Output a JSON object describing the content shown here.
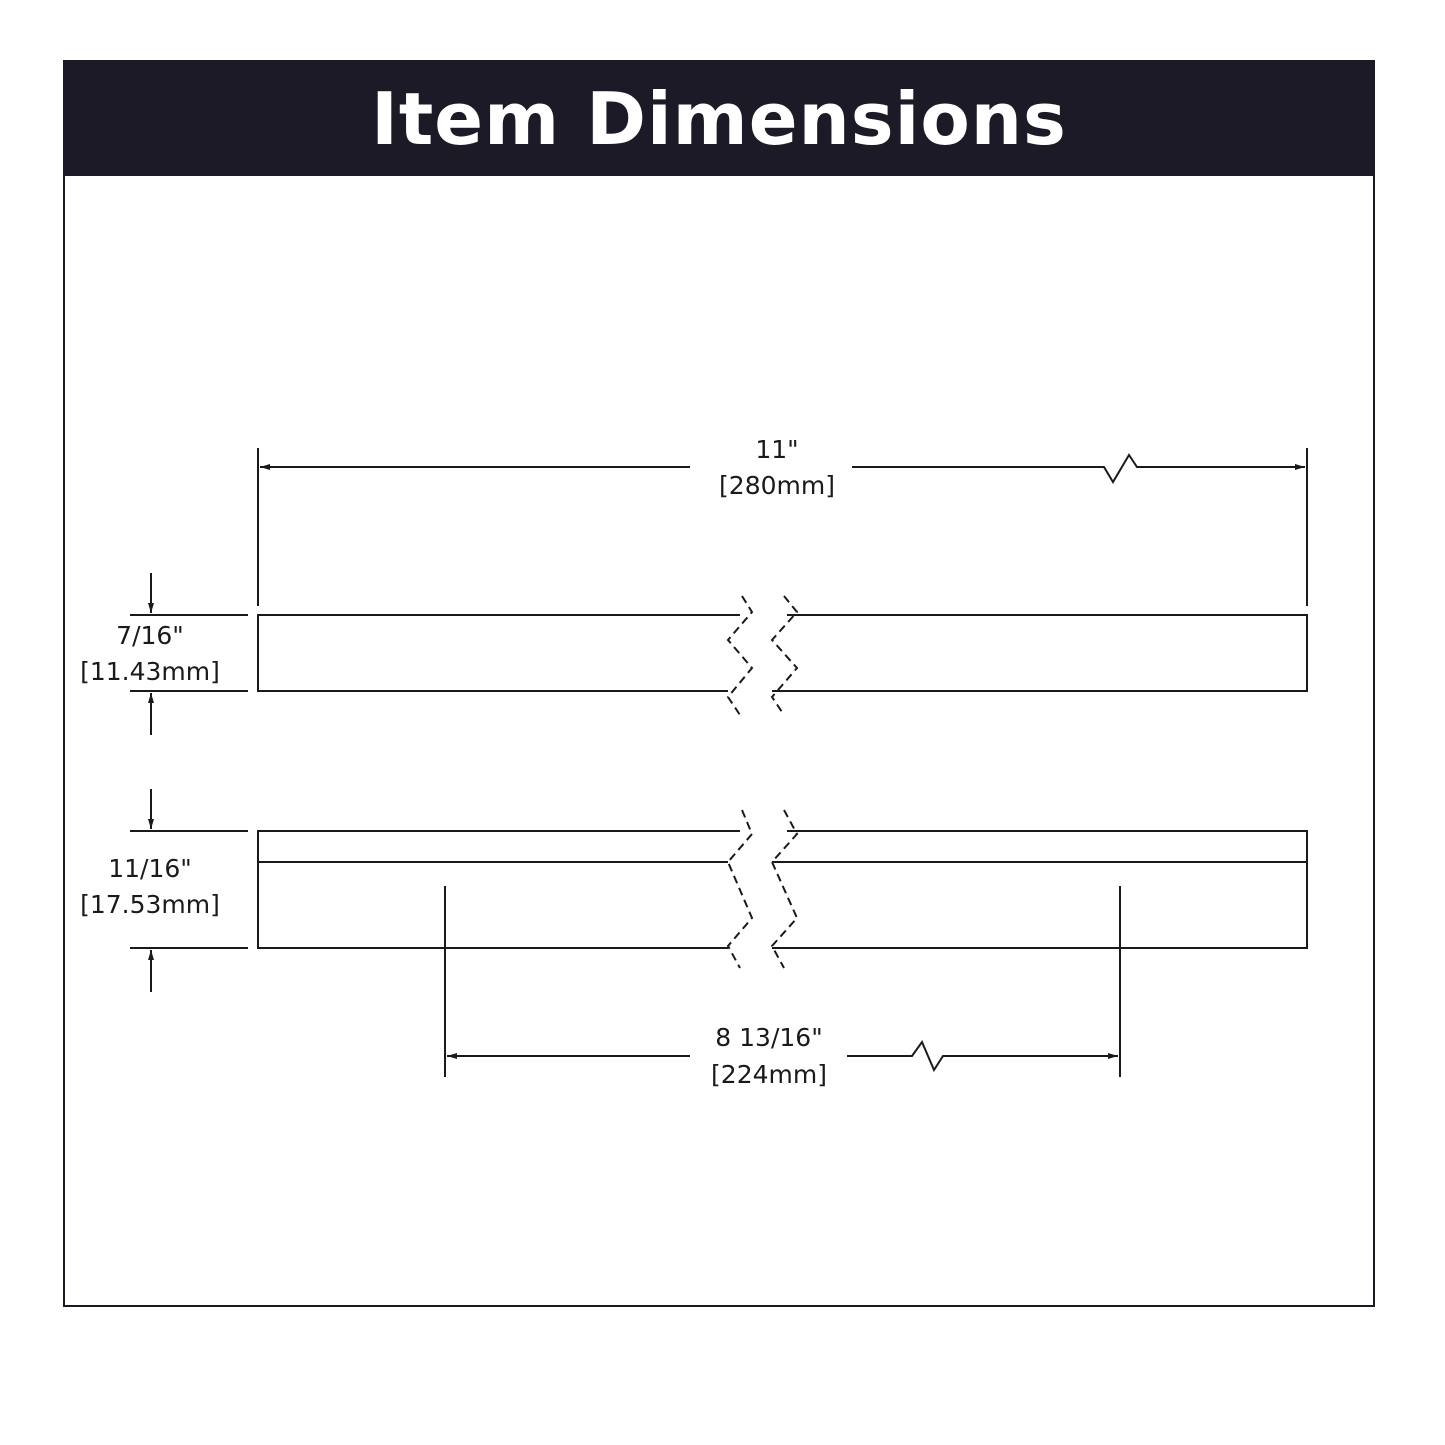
{
  "header": {
    "title": "Item Dimensions"
  },
  "colors": {
    "header_bg": "#1b1a26",
    "header_text": "#ffffff",
    "line": "#1a1a1a"
  },
  "dimensions": {
    "overall_length": {
      "imperial": "11\"",
      "metric": "[280mm]"
    },
    "top_height": {
      "imperial": "7/16\"",
      "metric": "[11.43mm]"
    },
    "side_height": {
      "imperial": "11/16\"",
      "metric": "[17.53mm]"
    },
    "center_to_center": {
      "imperial": "8 13/16\"",
      "metric": "[224mm]"
    }
  }
}
